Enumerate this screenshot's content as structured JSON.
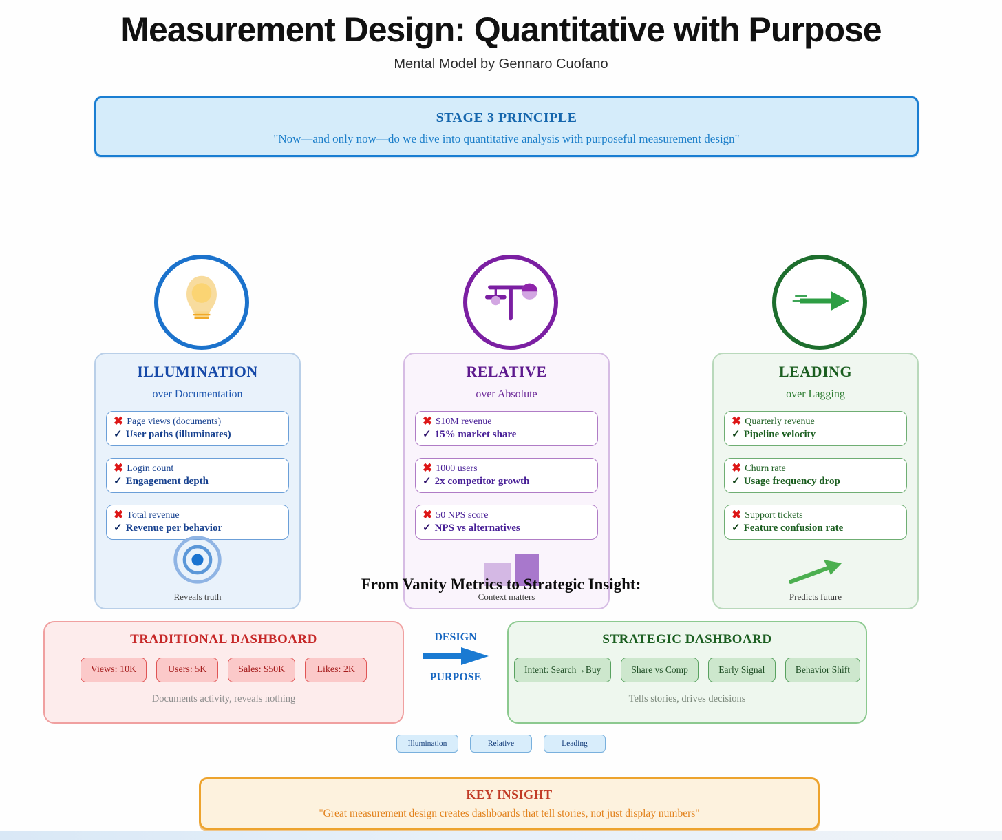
{
  "header": {
    "title": "Measurement Design: Quantitative with Purpose",
    "subtitle": "Mental Model by Gennaro Cuofano"
  },
  "principle": {
    "title": "STAGE 3 PRINCIPLE",
    "quote": "\"Now—and only now—do we dive into quantitative analysis with purposeful measurement design\""
  },
  "icons": {
    "x": "✖",
    "check": "✓"
  },
  "columns": [
    {
      "title": "ILLUMINATION",
      "subtitle": "over Documentation",
      "icon": "lightbulb-icon",
      "bottom_icon": "bullseye-icon",
      "caption": "Reveals truth",
      "items": [
        {
          "bad": "Page views (documents)",
          "good": "User paths (illuminates)"
        },
        {
          "bad": "Login count",
          "good": "Engagement depth"
        },
        {
          "bad": "Total revenue",
          "good": "Revenue per behavior"
        }
      ]
    },
    {
      "title": "RELATIVE",
      "subtitle": "over Absolute",
      "icon": "balance-scale-icon",
      "bottom_icon": "bar-chart-icon",
      "caption": "Context matters",
      "items": [
        {
          "bad": "$10M revenue",
          "good": "15% market share"
        },
        {
          "bad": "1000 users",
          "good": "2x competitor growth"
        },
        {
          "bad": "50 NPS score",
          "good": "NPS vs alternatives"
        }
      ]
    },
    {
      "title": "LEADING",
      "subtitle": "over Lagging",
      "icon": "speed-arrow-icon",
      "bottom_icon": "trend-arrow-icon",
      "caption": "Predicts future",
      "items": [
        {
          "bad": "Quarterly revenue",
          "good": "Pipeline velocity"
        },
        {
          "bad": "Churn rate",
          "good": "Usage frequency drop"
        },
        {
          "bad": "Support tickets",
          "good": "Feature confusion rate"
        }
      ]
    }
  ],
  "transition": {
    "heading": "From Vanity Metrics to Strategic Insight:"
  },
  "traditional": {
    "title": "TRADITIONAL DASHBOARD",
    "chips": [
      "Views: 10K",
      "Users: 5K",
      "Sales: $50K",
      "Likes: 2K"
    ],
    "caption": "Documents activity, reveals nothing"
  },
  "flow_arrow": {
    "top": "DESIGN",
    "bottom": "PURPOSE"
  },
  "strategic": {
    "title": "STRATEGIC DASHBOARD",
    "chips": [
      "Intent: Search→Buy",
      "Share vs Comp",
      "Early Signal",
      "Behavior Shift"
    ],
    "caption": "Tells stories, drives decisions"
  },
  "legend": [
    "Illumination",
    "Relative",
    "Leading"
  ],
  "key_insight": {
    "title": "KEY INSIGHT",
    "quote": "\"Great measurement design creates dashboards that tell stories, not just display numbers\""
  },
  "colors": {
    "illumination_accent": "#1b72cc",
    "relative_accent": "#7b1fa2",
    "leading_accent": "#1d6e2d",
    "error_red": "#dd1717",
    "traditional_red": "#c62828",
    "strategic_green": "#1b5e20",
    "principle_blue": "#1a7ed2",
    "insight_orange": "#eda32d"
  }
}
